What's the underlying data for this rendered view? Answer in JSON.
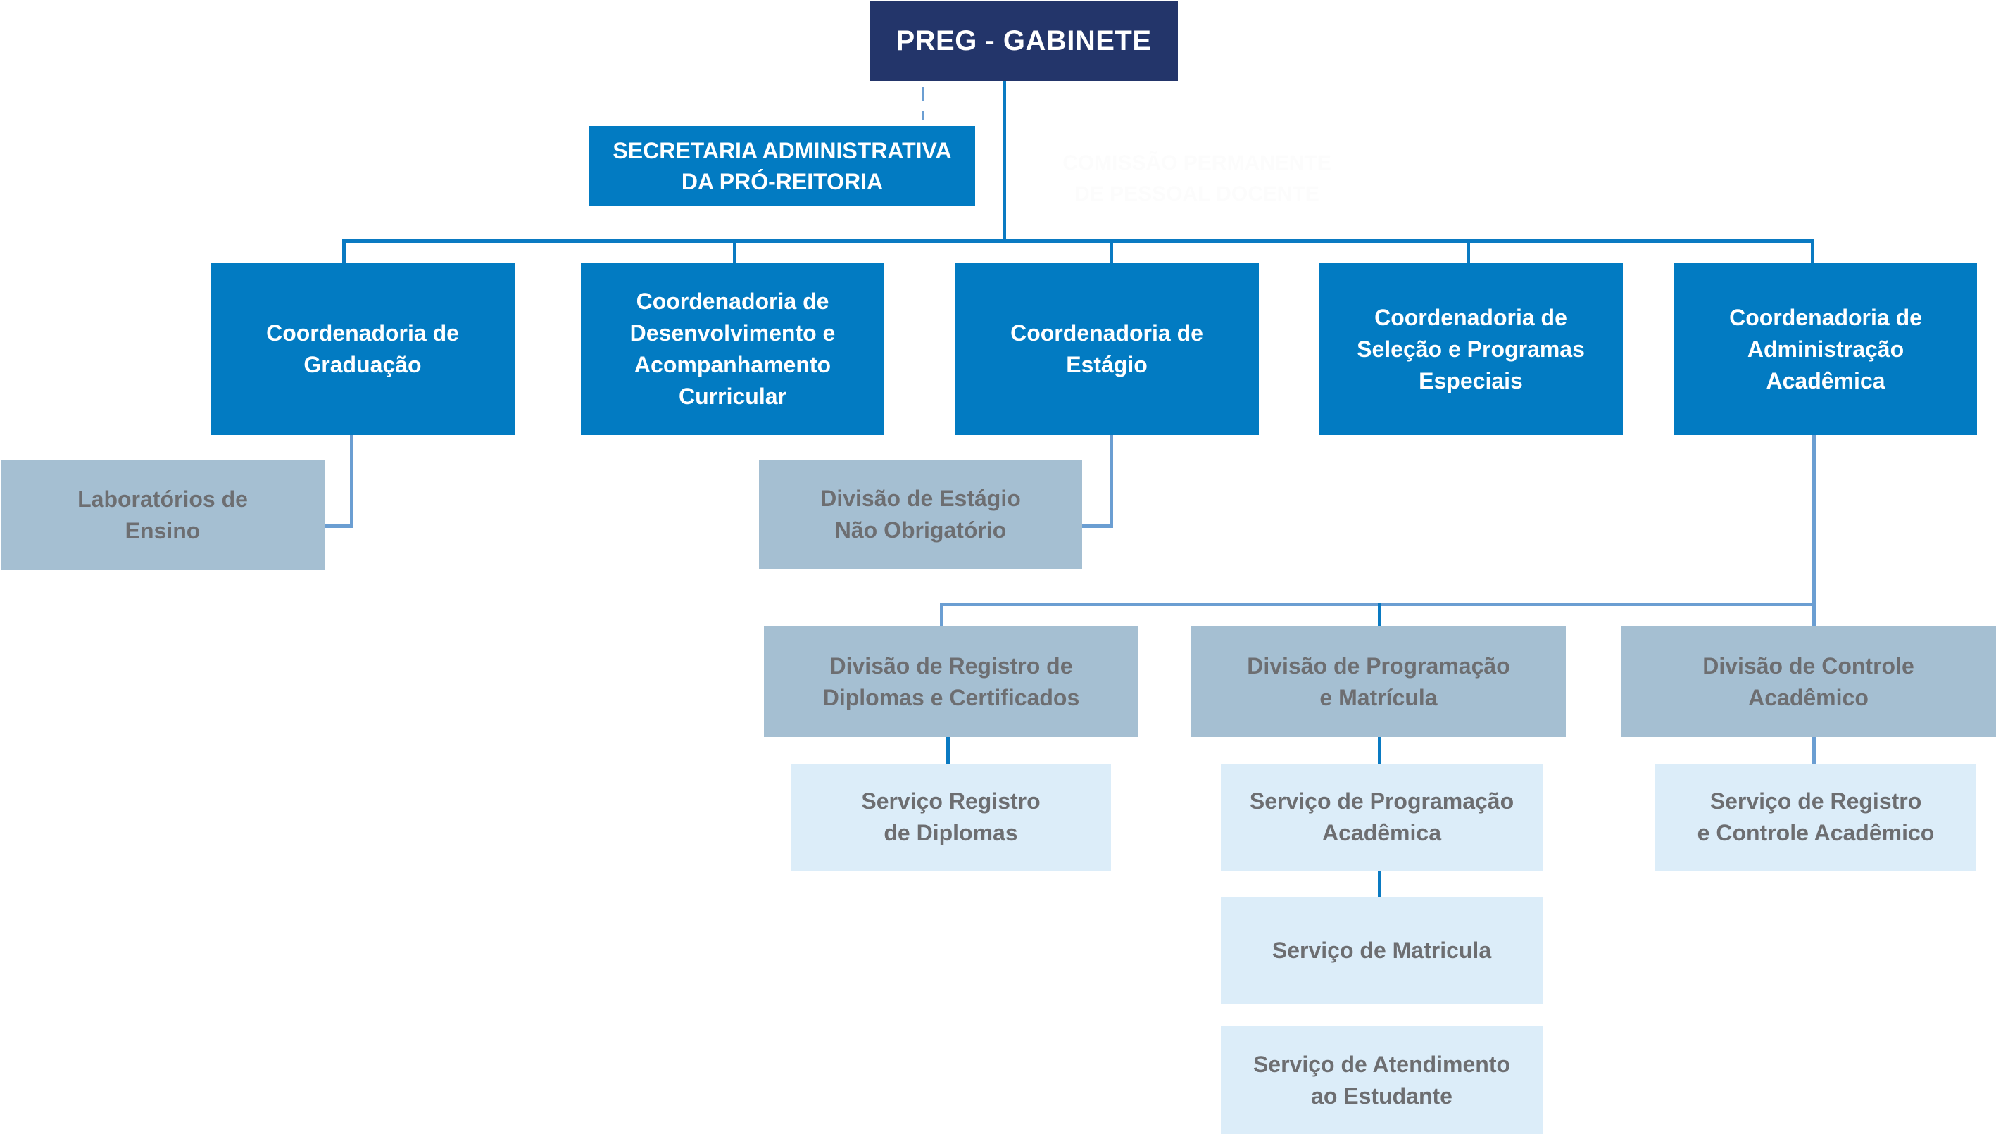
{
  "chart_title": "Organograma PREG",
  "root": {
    "label": "PREG - GABINETE"
  },
  "staff": {
    "secretaria": "SECRETARIA  ADMINISTRATIVA\nDA PRÓ-REITORIA",
    "ghost_commission": "COMISSÃO PERMANENTE\nDE PESSOAL DOCENTE"
  },
  "coordenadorias": [
    {
      "label": "Coordenadoria de\nGraduação"
    },
    {
      "label": "Coordenadoria de\nDesenvolvimento e\nAcompanhamento\nCurricular"
    },
    {
      "label": "Coordenadoria de\nEstágio"
    },
    {
      "label": "Coordenadoria de\nSeleção e Programas\nEspeciais"
    },
    {
      "label": "Coordenadoria de\nAdministração\nAcadêmica"
    }
  ],
  "divisoes": {
    "laboratorios": "Laboratórios de\nEnsino",
    "estagio": "Divisão de Estágio\nNão Obrigatório",
    "registro_diplomas": "Divisão de Registro de\nDiplomas e Certificados",
    "programacao_matricula": "Divisão de Programação\ne Matrícula",
    "controle_academico": "Divisão de Controle\nAcadêmico"
  },
  "servicos": {
    "registro_diplomas": "Serviço Registro\nde Diplomas",
    "programacao_academica": "Serviço de Programação\nAcadêmica",
    "matricula": "Serviço de Matricula",
    "atendimento_estudante": "Serviço de Atendimento\nao Estudante",
    "registro_controle": "Serviço de Registro\ne Controle Acadêmico"
  },
  "colors": {
    "root": "#23356a",
    "coordenadoria": "#027bc2",
    "divisao": "#a5bfd2",
    "servico": "#dcedf9",
    "text_gray": "#6d6e71",
    "connector_main": "#0a7ac2",
    "connector_soft": "#6b9ed2"
  }
}
